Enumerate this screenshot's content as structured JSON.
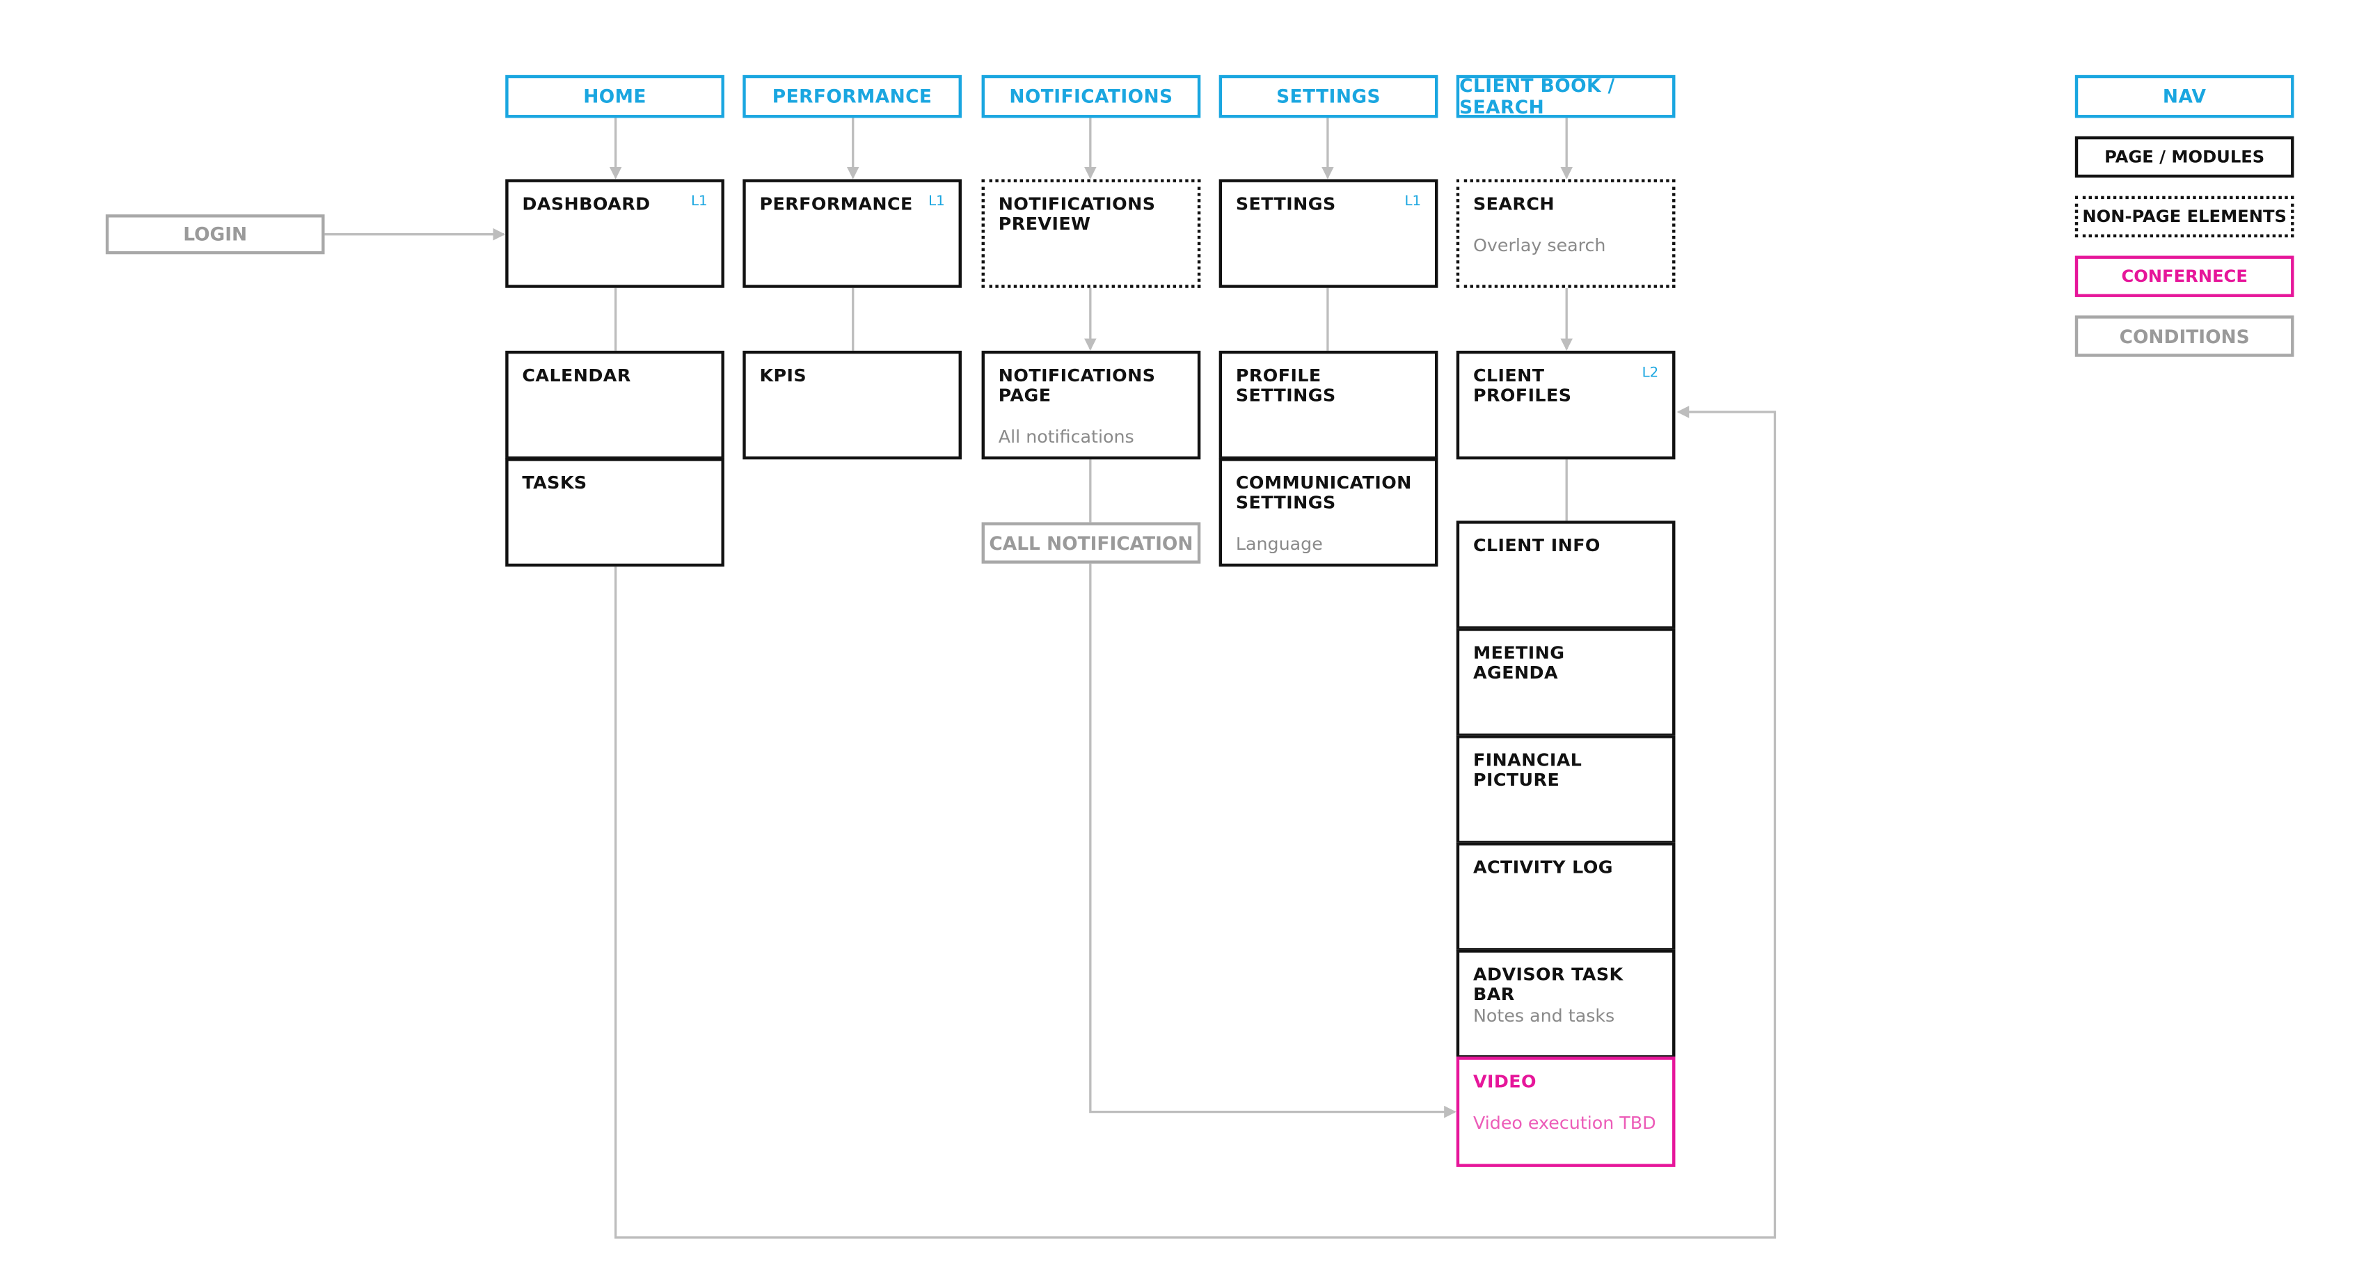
{
  "nav": {
    "home": "HOME",
    "performance": "PERFORMANCE",
    "notifications": "NOTIFICATIONS",
    "settings": "SETTINGS",
    "client_book": "CLIENT BOOK / SEARCH"
  },
  "login": "LOGIN",
  "home": {
    "dashboard": {
      "title": "DASHBOARD",
      "level": "L1"
    },
    "calendar": {
      "title": "CALENDAR"
    },
    "tasks": {
      "title": "TASKS"
    }
  },
  "performance": {
    "performance": {
      "title": "PERFORMANCE",
      "level": "L1"
    },
    "kpis": {
      "title": "KPIS"
    }
  },
  "notifications": {
    "preview": {
      "title": "NOTIFICATIONS PREVIEW"
    },
    "page": {
      "title": "NOTIFICATIONS PAGE",
      "sub": "All notifications"
    },
    "call": "CALL NOTIFICATION"
  },
  "settings": {
    "settings": {
      "title": "SETTINGS",
      "level": "L1"
    },
    "profile": {
      "title": "PROFILE SETTINGS"
    },
    "communication": {
      "title": "COMMUNICATION SETTINGS",
      "sub": "Language"
    }
  },
  "client": {
    "search": {
      "title": "SEARCH",
      "sub": "Overlay search"
    },
    "profiles": {
      "title": "CLIENT PROFILES",
      "level": "L2"
    },
    "info": {
      "title": "CLIENT INFO"
    },
    "agenda": {
      "title": "MEETING AGENDA"
    },
    "financial": {
      "title": "FINANCIAL PICTURE"
    },
    "activity": {
      "title": "ACTIVITY LOG"
    },
    "taskbar": {
      "title": "ADVISOR TASK BAR",
      "sub": "Notes and tasks"
    },
    "video": {
      "title": "VIDEO",
      "sub": "Video execution TBD"
    }
  },
  "legend": {
    "nav": "NAV",
    "page": "PAGE / MODULES",
    "nonpage": "NON-PAGE ELEMENTS",
    "conference": "CONFERNECE",
    "conditions": "CONDITIONS"
  },
  "colors": {
    "nav": "#1aa6e0",
    "page": "#111111",
    "conference": "#e6169a",
    "condition": "#a8a8a8",
    "connector": "#bdbdbd"
  }
}
